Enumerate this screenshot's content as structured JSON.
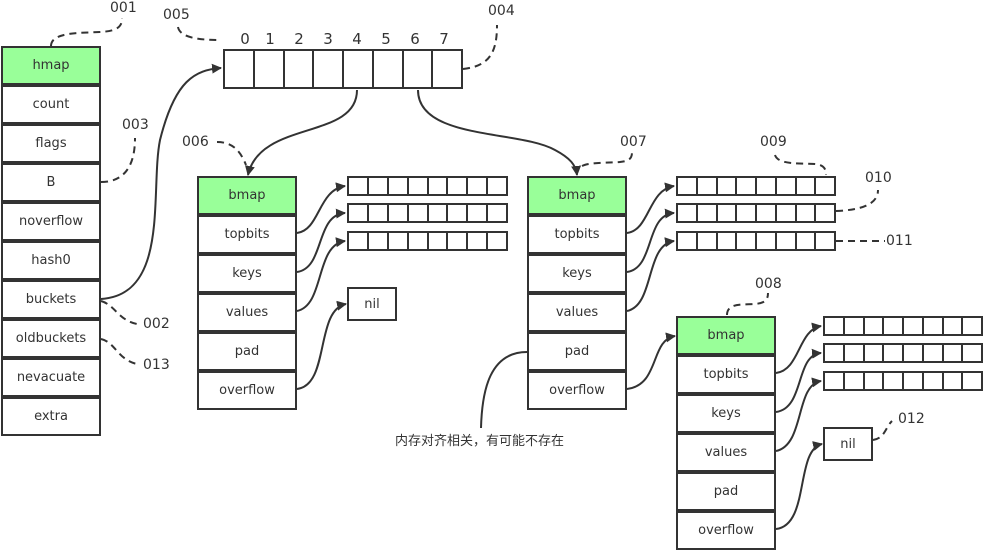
{
  "hmap": {
    "fields": [
      "hmap",
      "count",
      "flags",
      "B",
      "noverflow",
      "hash0",
      "buckets",
      "oldbuckets",
      "nevacuate",
      "extra"
    ]
  },
  "buckets_array": {
    "indices": [
      "0",
      "1",
      "2",
      "3",
      "4",
      "5",
      "6",
      "7"
    ]
  },
  "bmaps": [
    {
      "fields": [
        "bmap",
        "topbits",
        "keys",
        "values",
        "pad",
        "overflow"
      ]
    },
    {
      "fields": [
        "bmap",
        "topbits",
        "keys",
        "values",
        "pad",
        "overflow"
      ]
    },
    {
      "fields": [
        "bmap",
        "topbits",
        "keys",
        "values",
        "pad",
        "overflow"
      ]
    }
  ],
  "nil_label": "nil",
  "annotations": {
    "a001": "001",
    "a002": "002",
    "a003": "003",
    "a004": "004",
    "a005": "005",
    "a006": "006",
    "a007": "007",
    "a008": "008",
    "a009": "009",
    "a010": "010",
    "a011": "011",
    "a012": "012",
    "a013": "013"
  },
  "note": "内存对齐相关，有可能不存在",
  "colors": {
    "header_fill": "#99ff99",
    "stroke": "#333333"
  }
}
